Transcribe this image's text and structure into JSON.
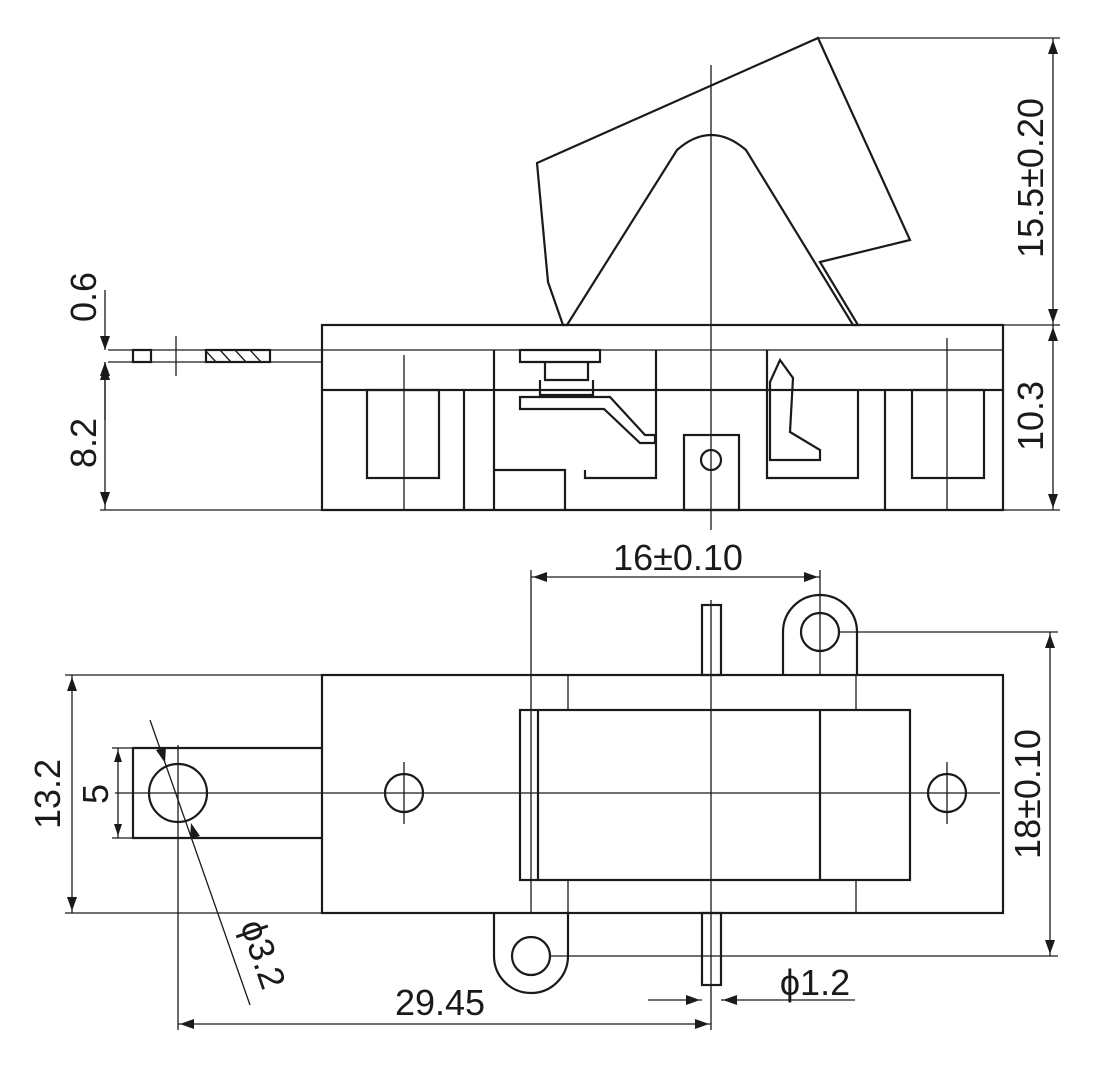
{
  "dimensions": {
    "tab_thickness": "0.6",
    "terminal_height": "8.2",
    "actuator_height": "15.5±0.20",
    "body_height": "10.3",
    "pin_spacing": "16±0.10",
    "bracket_width": "13.2",
    "tab_width": "5",
    "hole_diameter": "ϕ3.2",
    "mount_spacing": "18±0.10",
    "overall_offset": "29.45",
    "pin_diameter": "ϕ1.2"
  }
}
